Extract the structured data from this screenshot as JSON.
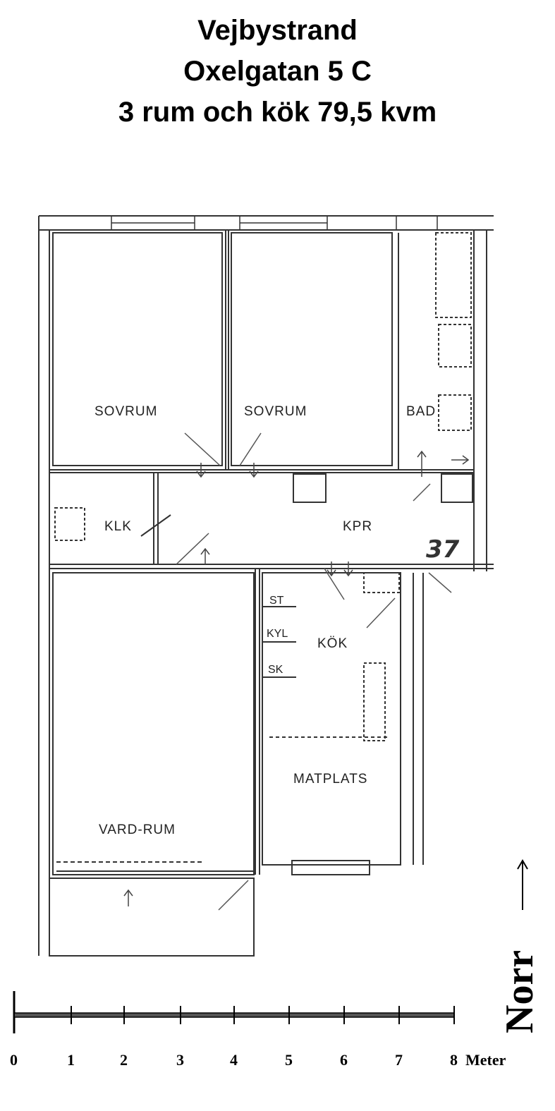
{
  "header": {
    "line1": "Vejbystrand",
    "line2": "Oxelgatan 5 C",
    "line3": "3 rum och kök 79,5 kvm"
  },
  "rooms": {
    "sovrum_1": "SOVRUM",
    "sovrum_2": "SOVRUM",
    "bad": "BAD",
    "klk": "KLK",
    "kpr": "KPR",
    "kok": "KÖK",
    "vardrum": "VARD-RUM",
    "matplats": "MATPLATS",
    "st": "ST",
    "kyl": "KYL",
    "sk": "SK",
    "apt_number": "37"
  },
  "scale": {
    "ticks": [
      "0",
      "1",
      "2",
      "3",
      "4",
      "5",
      "6",
      "7",
      "8"
    ],
    "unit": "Meter"
  },
  "north": {
    "label": "Norr"
  }
}
